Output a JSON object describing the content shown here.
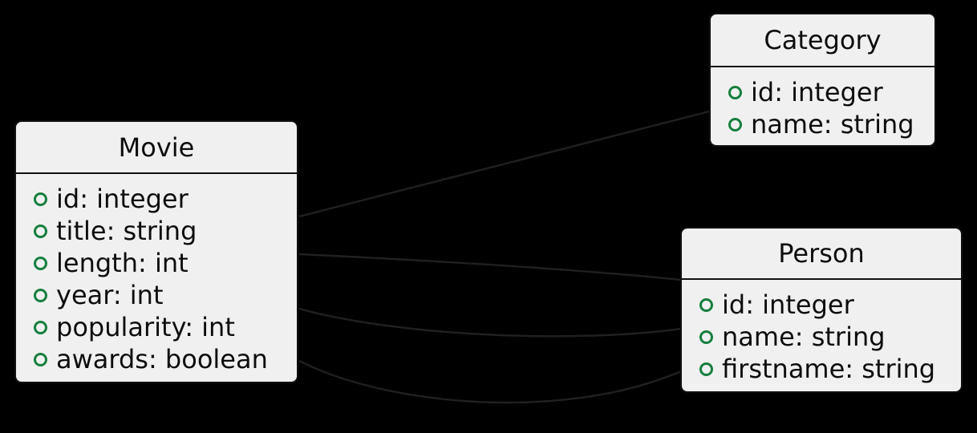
{
  "diagram": {
    "colors": {
      "background": "#000000",
      "entity_fill": "#f0f0f0",
      "entity_border": "#111111",
      "text": "#0d0d0d",
      "field_bullet": "#157f3d",
      "edge": "#202020"
    },
    "entities": [
      {
        "name": "Movie",
        "fields": [
          "id: integer",
          "title: string",
          "length: int",
          "year: int",
          "popularity: int",
          "awards: boolean"
        ]
      },
      {
        "name": "Category",
        "fields": [
          "id: integer",
          "name: string"
        ]
      },
      {
        "name": "Person",
        "fields": [
          "id: integer",
          "name: string",
          "firstname: string"
        ]
      }
    ],
    "relations": [
      {
        "from": "Movie",
        "to": "Category"
      },
      {
        "from": "Movie",
        "to": "Person"
      },
      {
        "from": "Movie",
        "to": "Person"
      },
      {
        "from": "Movie",
        "to": "Person"
      }
    ]
  }
}
